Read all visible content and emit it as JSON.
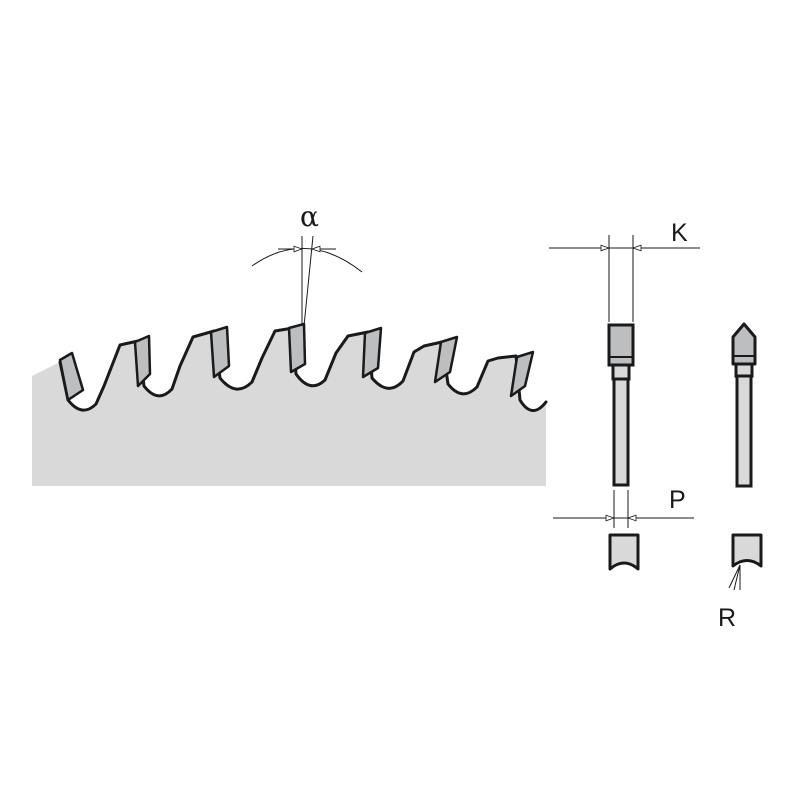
{
  "labels": {
    "angle": "α",
    "kerf": "K",
    "plate": "P",
    "radius": "R"
  },
  "colors": {
    "body": "#d9d9da",
    "tip": "#bdbec0",
    "stroke": "#1a1a1a"
  }
}
